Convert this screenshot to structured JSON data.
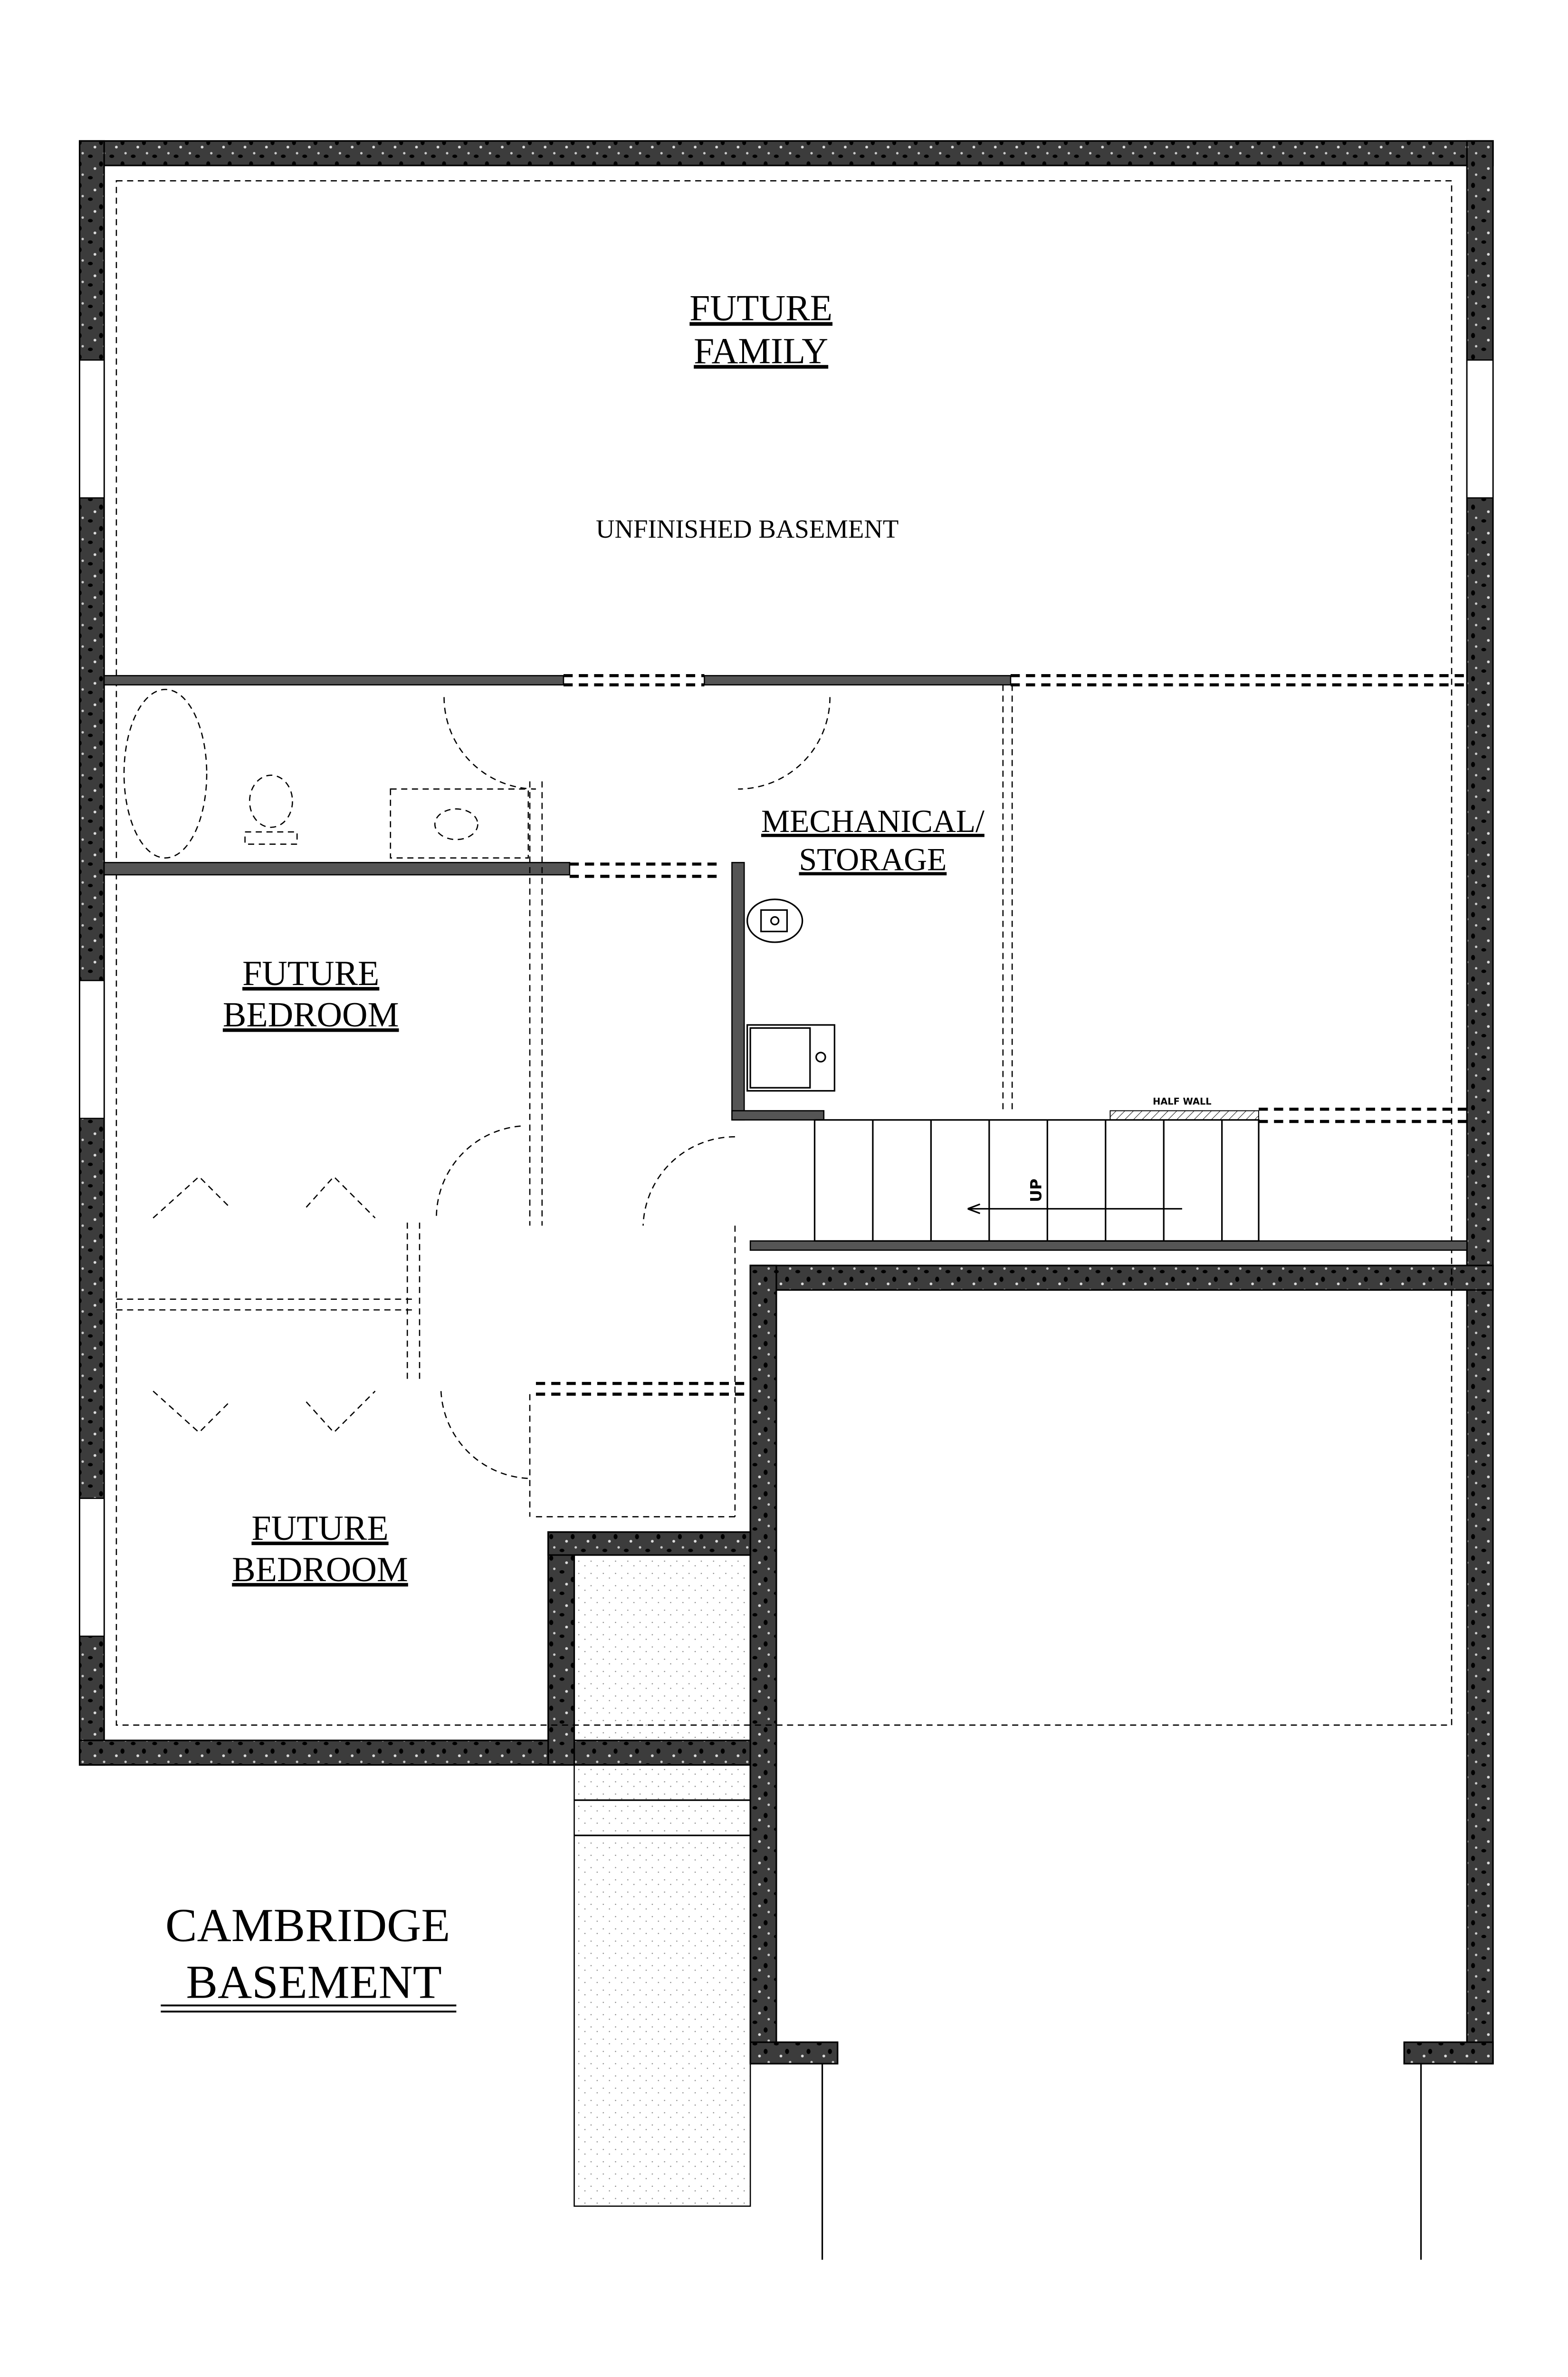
{
  "plan": {
    "title_line1": "CAMBRIDGE",
    "title_line2": "BASEMENT",
    "rooms": {
      "family_line1": "FUTURE",
      "family_line2": "FAMILY",
      "unfinished": "UNFINISHED BASEMENT",
      "mechanical_line1": "MECHANICAL/",
      "mechanical_line2": "STORAGE",
      "bedroom1_line1": "FUTURE",
      "bedroom1_line2": "BEDROOM",
      "bedroom2_line1": "FUTURE",
      "bedroom2_line2": "BEDROOM"
    },
    "stairs_label": "UP",
    "half_wall_label": "HALF WALL"
  },
  "colors": {
    "wall": "#3a3a3a",
    "line": "#000000",
    "background": "#ffffff"
  }
}
